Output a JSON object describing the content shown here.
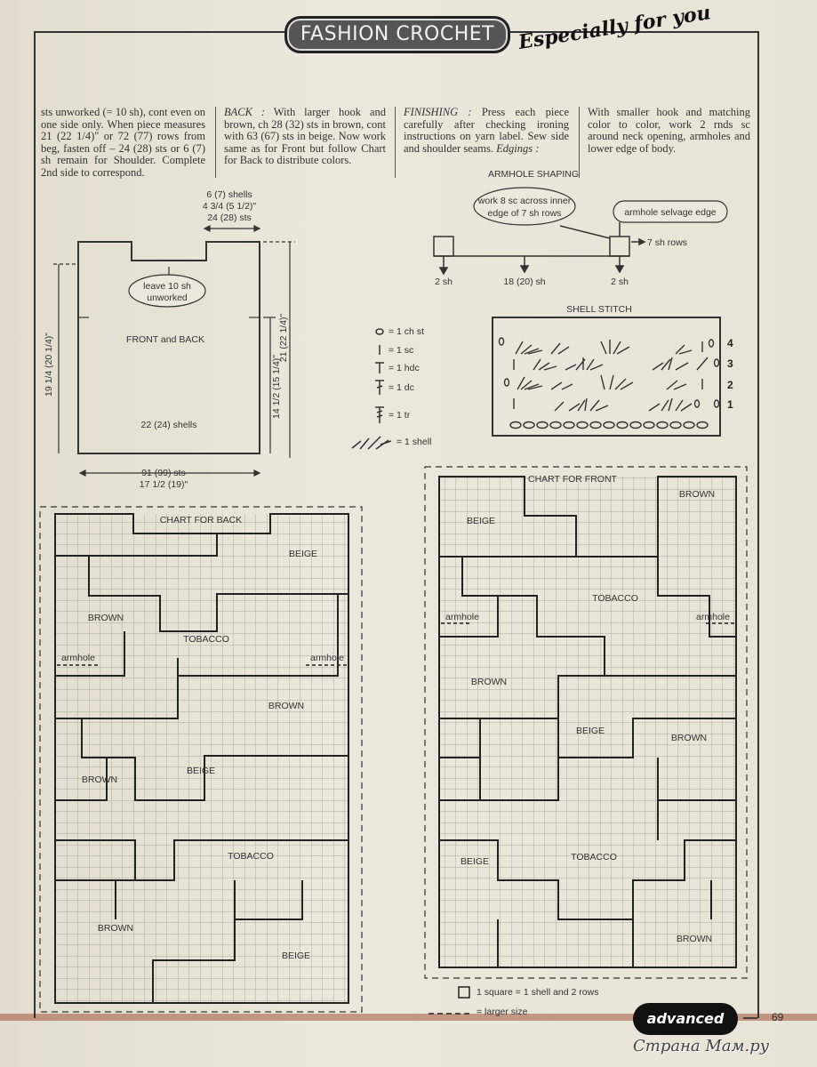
{
  "header": {
    "banner_title": "FASHION CROCHET",
    "tagline": "Especially for you"
  },
  "columns": [
    {
      "text": "sts unworked (= 10 sh), cont even on one side only. When piece measures 21 (22 1/4)\" or 72 (77) rows from beg, fasten off – 24 (28) sts or 6 (7) sh remain for Shoulder. Complete 2nd side to correspond."
    },
    {
      "lead": "BACK :",
      "text": " With larger hook and brown, ch 28 (32) sts in brown, cont with 63 (67) sts in beige. Now work same as for Front but follow Chart for Back to distribute colors."
    },
    {
      "lead": "FINISHING :",
      "text": " Press each piece carefully after checking ironing instructions on yarn label. Sew side and shoulder seams.",
      "tail": " Edgings :"
    },
    {
      "text": "With smaller hook and matching color to color, work 2 rnds sc around neck opening, armholes and lower edge of body."
    }
  ],
  "schematic": {
    "top_shells": "6 (7) shells",
    "top_inches": "4 3/4 (5 1/2)\"",
    "top_sts": "24 (28) sts",
    "bubble": [
      "leave 10 sh",
      "unworked"
    ],
    "center": "FRONT and BACK",
    "bottom_shells": "22 (24) shells",
    "left_height": "19 1/4 (20 1/4)\"",
    "right_height_inner": "14 1/2 (15 1/4)\"",
    "right_height_outer": "21 (22 1/4)\"",
    "width_sts": "91 (99) sts",
    "width_inches": "17 1/2 (19)\""
  },
  "armhole": {
    "title": "ARMHOLE SHAPING",
    "bubble": [
      "work 8 sc across inner",
      "edge of 7 sh rows"
    ],
    "selvage": "armhole selvage edge",
    "rows": "7 sh rows",
    "left": "2 sh",
    "middle": "18 (20) sh",
    "right": "2 sh"
  },
  "symbols": [
    {
      "glyph": "o",
      "label": "= 1 ch st"
    },
    {
      "glyph": "I",
      "label": "= 1 sc"
    },
    {
      "glyph": "T",
      "label": "= 1 hdc"
    },
    {
      "glyph": "‡",
      "label": "= 1 dc"
    },
    {
      "glyph": "‡",
      "label": "= 1 tr"
    },
    {
      "glyph": "shell",
      "label": "= 1 shell"
    }
  ],
  "shell_stitch": {
    "title": "SHELL STITCH",
    "row_numbers": [
      "4",
      "3",
      "2",
      "1"
    ]
  },
  "chart_back": {
    "title": "CHART FOR BACK",
    "labels": [
      "BEIGE",
      "BROWN",
      "TOBACCO",
      "armhole",
      "armhole",
      "BROWN",
      "BROWN",
      "BEIGE",
      "TOBACCO",
      "BROWN",
      "BEIGE"
    ]
  },
  "chart_front": {
    "title": "CHART FOR FRONT",
    "labels": [
      "BROWN",
      "BEIGE",
      "TOBACCO",
      "armhole",
      "armhole",
      "BROWN",
      "BEIGE",
      "BROWN",
      "BEIGE",
      "TOBACCO",
      "BROWN"
    ]
  },
  "legend": {
    "square": "1 square = 1 shell and 2 rows",
    "dashed": "= larger size"
  },
  "footer": {
    "badge": "advanced",
    "page_number": "69",
    "watermark": "Страна Мам.ру"
  }
}
